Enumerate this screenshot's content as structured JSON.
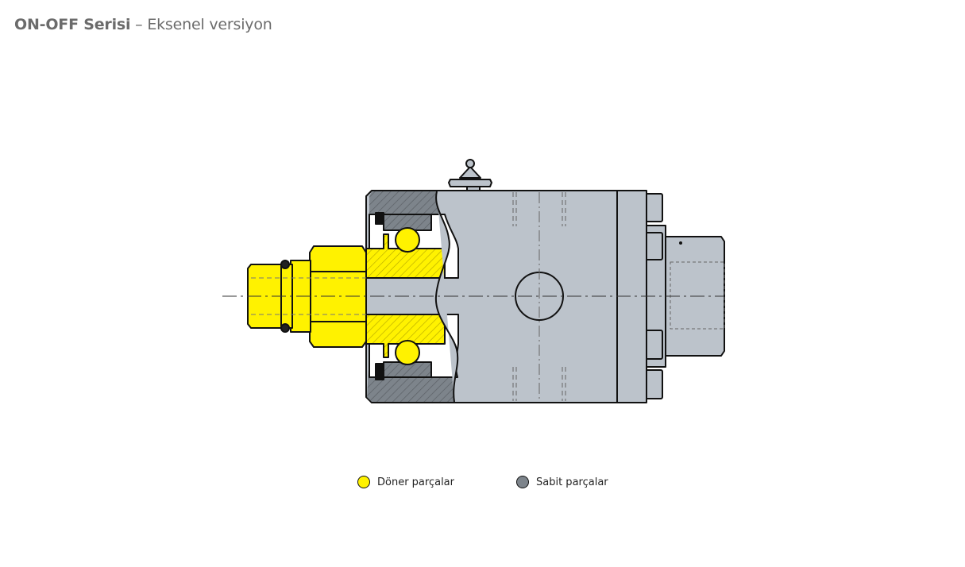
{
  "header": {
    "title_bold": "ON-OFF Serisi",
    "title_rest": " – Eksenel versiyon"
  },
  "legend": [
    {
      "label": "Döner parçalar",
      "color": "#fff200"
    },
    {
      "label": "Sabit parçalar",
      "color": "#7d848b"
    }
  ],
  "colors": {
    "rotating": "#fff200",
    "stationary_section": "#7d848b",
    "housing": "#bcc3cb",
    "outline": "#111111"
  }
}
